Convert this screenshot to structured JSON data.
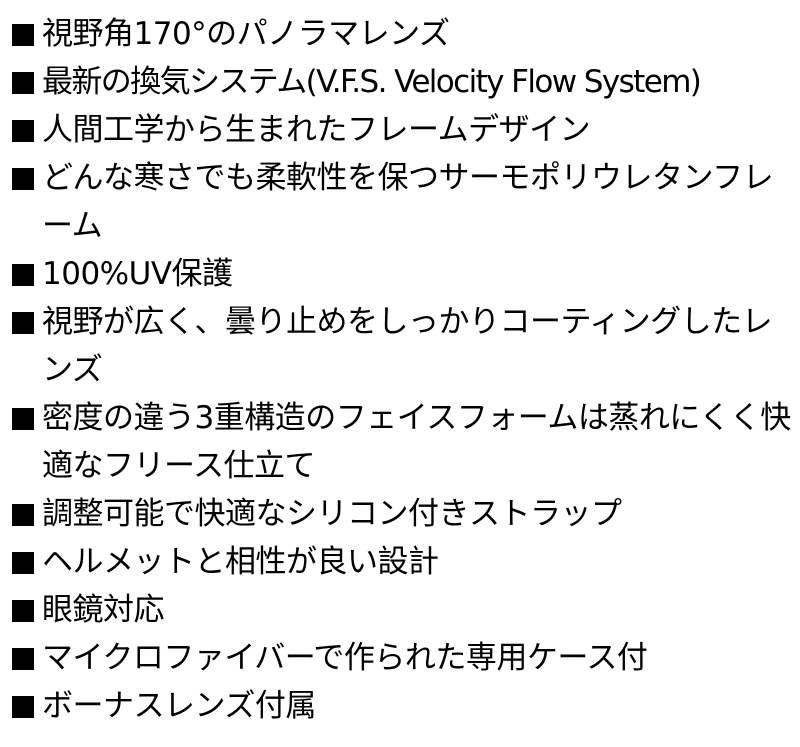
{
  "bullet_icon": "black-square",
  "features": [
    {
      "text": "視野角170°のパノラマレンズ"
    },
    {
      "text": "最新の換気システム(V.F.S. Velocity Flow System)"
    },
    {
      "text": "人間工学から生まれたフレームデザイン"
    },
    {
      "text": "どんな寒さでも柔軟性を保つサーモポリウレタンフレーム"
    },
    {
      "text": "100%UV保護"
    },
    {
      "text": "視野が広く、曇り止めをしっかりコーティングしたレンズ"
    },
    {
      "text": "密度の違う3重構造のフェイスフォームは蒸れにくく快適なフリース仕立て"
    },
    {
      "text": "調整可能で快適なシリコン付きストラップ"
    },
    {
      "text": "ヘルメットと相性が良い設計"
    },
    {
      "text": "眼鏡対応"
    },
    {
      "text": "マイクロファイバーで作られた専用ケース付"
    },
    {
      "text": "ボーナスレンズ付属"
    }
  ]
}
